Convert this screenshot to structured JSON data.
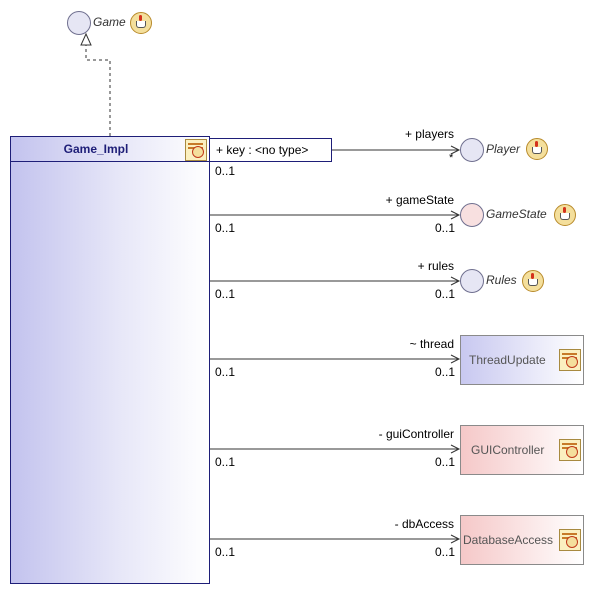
{
  "main_class": {
    "name": "Game_Impl",
    "qualifier": "+ key : <no type>",
    "qualifier_multiplicity": "0..1"
  },
  "interfaces": [
    {
      "id": "game",
      "name": "Game"
    },
    {
      "id": "player",
      "name": "Player",
      "fill": "#e6e6f4"
    },
    {
      "id": "gamestate",
      "name": "GameState",
      "fill": "#f8e0e0"
    },
    {
      "id": "rules",
      "name": "Rules",
      "fill": "#e6e6f4"
    }
  ],
  "classes": [
    {
      "id": "threadupdate",
      "name": "ThreadUpdate",
      "fill_from": "#c8c8f0",
      "fill_to": "#ffffff"
    },
    {
      "id": "guicontroller",
      "name": "GUIController",
      "fill_from": "#f5c8c8",
      "fill_to": "#ffffff"
    },
    {
      "id": "databaseaccess",
      "name": "DatabaseAccess",
      "fill_from": "#f5c8c8",
      "fill_to": "#ffffff"
    }
  ],
  "associations": [
    {
      "role": "+ players",
      "source_mult": "",
      "target_mult": "*"
    },
    {
      "role": "+ gameState",
      "source_mult": "0..1",
      "target_mult": "0..1"
    },
    {
      "role": "+ rules",
      "source_mult": "0..1",
      "target_mult": "0..1"
    },
    {
      "role": "~ thread",
      "source_mult": "0..1",
      "target_mult": "0..1"
    },
    {
      "role": "- guiController",
      "source_mult": "0..1",
      "target_mult": "0..1"
    },
    {
      "role": "- dbAccess",
      "source_mult": "0..1",
      "target_mult": "0..1"
    }
  ],
  "colors": {
    "class_border": "#1e1e78",
    "line": "#333333"
  },
  "icons": [
    "java-interface-icon",
    "java-class-icon",
    "realization-arrow-icon",
    "open-arrow-icon"
  ]
}
